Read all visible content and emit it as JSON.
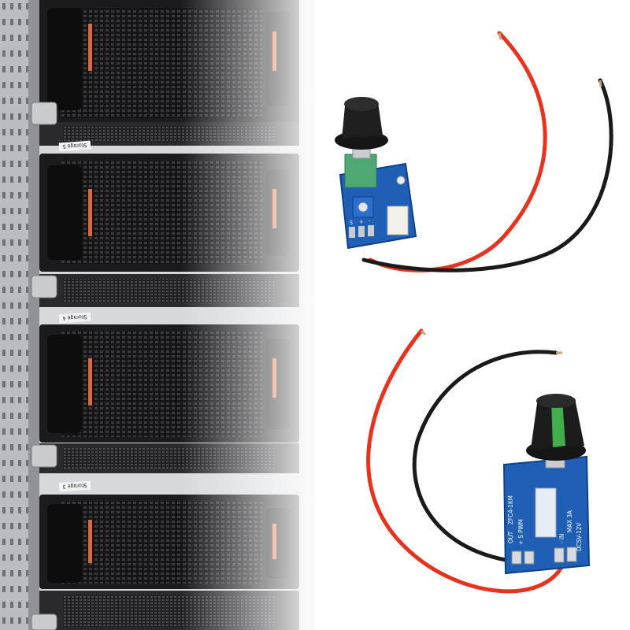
{
  "rack": {
    "labels": [
      "Storage 5",
      "Storage 4",
      "Storage 3"
    ]
  },
  "pcb_bottom": {
    "silkscreen": [
      "OUT",
      "ZFC4-1KM",
      "+ S PWM",
      "- IN",
      "MAX 3A",
      "DC5V-12V"
    ]
  },
  "pcb_top": {
    "pin_marks": [
      "S",
      "+",
      "-"
    ]
  },
  "colors": {
    "red_wire": "#e8321e",
    "black_wire": "#1a1a1a",
    "pcb_blue": "#1f5fb5",
    "knob_green": "#3fae4b",
    "rack_black": "#1b1b1d"
  }
}
